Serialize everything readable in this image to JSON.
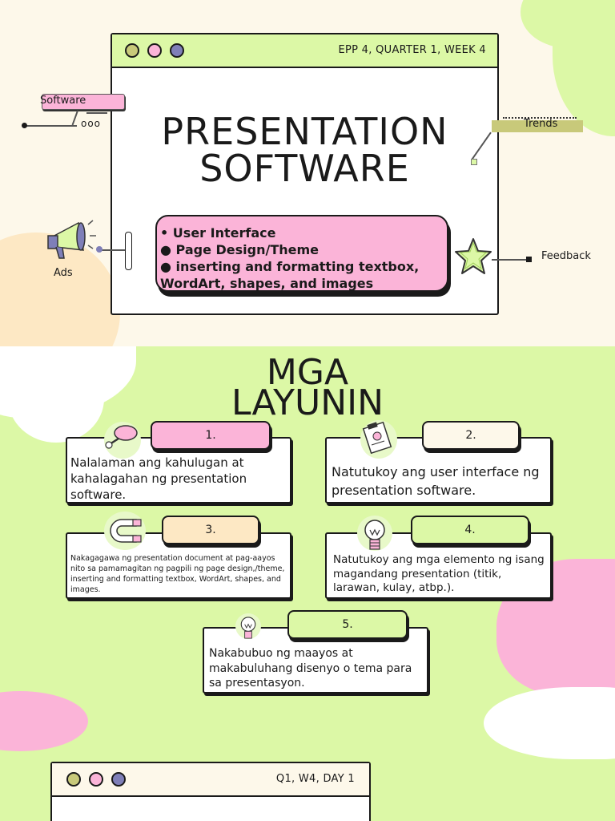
{
  "slide1": {
    "bar_label": "EPP 4, QUARTER 1, WEEK 4",
    "title_line1": "PRESENTATION",
    "title_line2": "SOFTWARE",
    "topics": [
      "• User Interface",
      "● Page Design/Theme",
      "● inserting and formatting textbox,",
      "WordArt, shapes, and images"
    ],
    "labels": {
      "software": "Software",
      "trends": "Trends",
      "ads": "Ads",
      "feedback": "Feedback",
      "dots": "ooo"
    },
    "colors": {
      "green": "#dcf8a6",
      "pink": "#fbb4d8",
      "purple": "#7f7fb8",
      "olive": "#c8c97a",
      "cream": "#fdf8ea"
    }
  },
  "slide2": {
    "heading_line1": "MGA",
    "heading_line2": "LAYUNIN",
    "objectives": [
      {
        "number": "1.",
        "text": "Nalalaman ang kahulugan at kahalagahan ng presentation software.",
        "icon": "magnifier-icon"
      },
      {
        "number": "2.",
        "text": "Natutukoy ang user interface ng presentation software.",
        "icon": "clipboard-chart-icon"
      },
      {
        "number": "3.",
        "text": "Nakagagawa ng presentation document at pag-aayos nito sa pamamagitan ng pagpili ng page design,/theme, inserting and formatting textbox, WordArt, shapes, and images.",
        "icon": "magnet-icon"
      },
      {
        "number": "4.",
        "text": "Natutukoy ang mga elemento ng isang magandang presentation (titik, larawan, kulay, atbp.).",
        "icon": "lightbulb-icon"
      },
      {
        "number": "5.",
        "text": "Nakabubuo ng maayos at makabuluhang disenyo o tema para sa presentasyon.",
        "icon": "lightbulb-icon"
      }
    ]
  },
  "slide3": {
    "bar_label": "Q1, W4, DAY 1"
  }
}
